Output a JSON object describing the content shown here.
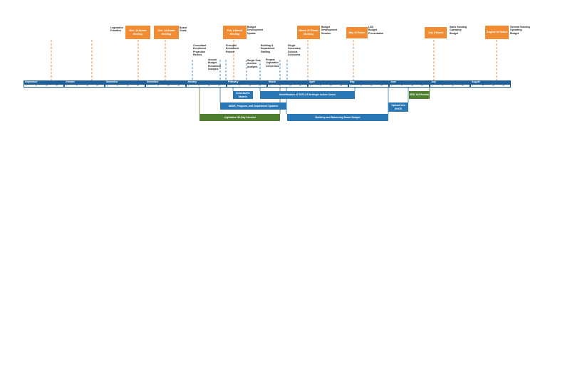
{
  "colors": {
    "month": "#1f5f98",
    "meeting": "#ef8c34",
    "blue_bar": "#2a77b5",
    "green_bar": "#4e7f2f",
    "dash": "#e07b2a",
    "blue_dash": "#2a77b5"
  },
  "months": [
    "September",
    "October",
    "November",
    "December",
    "January",
    "February",
    "March",
    "April",
    "May",
    "June",
    "July",
    "August"
  ],
  "week_labels": [
    "1",
    "8",
    "15",
    "22"
  ],
  "meetings": [
    {
      "label": "Nov. 16\nBoard\nMeeting",
      "side_note": "Legislative\nPriorities"
    },
    {
      "label": "Dec. 14\nBoard\nMeeting",
      "side_note": "Board\nGoals"
    },
    {
      "label": "Feb. 8\nBoard\nMeeting",
      "side_note": "Budget\nDevelopment\nUpdate"
    },
    {
      "label": "March 22\nBoard\nMeeting",
      "side_note": "Budget\nDevelopment\nSession"
    },
    {
      "label": "May 10\nBoard",
      "side_note": "LSD\nBudget\nPresentation"
    },
    {
      "label": "July 8\nBoard",
      "side_note": "Sales Sending\nOperating\nBudget"
    },
    {
      "label": "August 26\nBoard",
      "side_note": "General Sending\nOperating\nBudget"
    }
  ],
  "notes": [
    "Consultant\nEnrollment\nProjection\nReview",
    "Annual\nBudget\nEnrollment\nAnalysis",
    "Principal\nEnrollment\nReview",
    "Single Sort\nAuction\nAnalysis",
    "Building &\nDepartment\nStaffing",
    "Prepare\nLegislative\nConsensus",
    "Single\nSecondary\nSchools\nSchedules"
  ],
  "bars": [
    {
      "label": "Solid Buffer\nModels"
    },
    {
      "label": "Identification of 2023-24 Strategic Action Cases"
    },
    {
      "label": "SBDS, Program, and Department Updates"
    },
    {
      "label": "Upload into\nSHOS"
    },
    {
      "label": "SBD 100\nReview"
    },
    {
      "label": "Legislative 60-Day Session"
    },
    {
      "label": "Building and Balancing Board Budget"
    }
  ]
}
